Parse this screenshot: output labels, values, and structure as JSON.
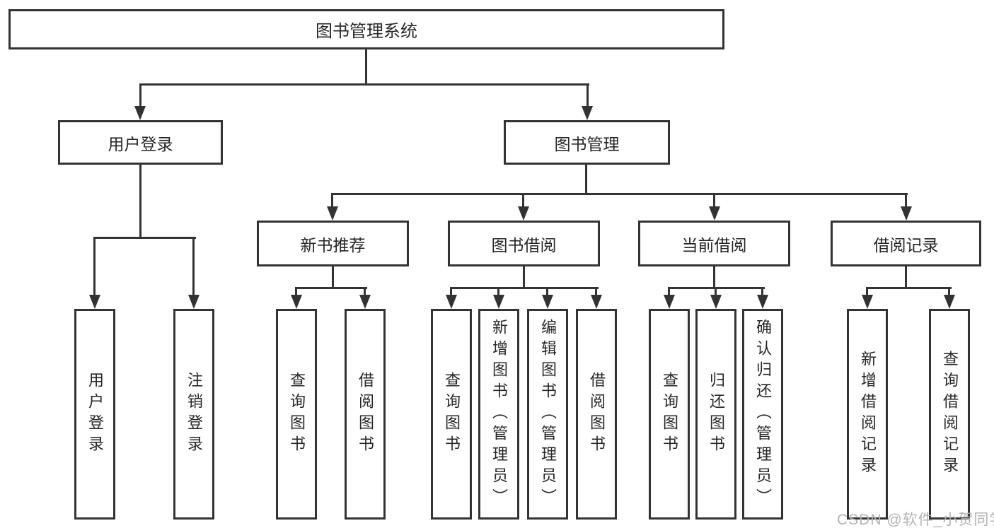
{
  "title": "图书管理系统",
  "level2": [
    {
      "label": "用户登录"
    },
    {
      "label": "图书管理"
    }
  ],
  "level3": [
    {
      "label": "新书推荐"
    },
    {
      "label": "图书借阅"
    },
    {
      "label": "当前借阅"
    },
    {
      "label": "借阅记录"
    }
  ],
  "groups": [
    {
      "parent": "用户登录",
      "items": [
        {
          "label": "用户登录"
        },
        {
          "label": "注销登录"
        }
      ]
    },
    {
      "parent": "新书推荐",
      "items": [
        {
          "label": "查询图书"
        },
        {
          "label": "借阅图书"
        }
      ]
    },
    {
      "parent": "图书借阅",
      "items": [
        {
          "label": "查询图书"
        },
        {
          "label": "新增图书（管理员）"
        },
        {
          "label": "编辑图书（管理员）"
        },
        {
          "label": "借阅图书"
        }
      ]
    },
    {
      "parent": "当前借阅",
      "items": [
        {
          "label": "查询图书"
        },
        {
          "label": "归还图书"
        },
        {
          "label": "确认归还（管理员）"
        }
      ]
    },
    {
      "parent": "借阅记录",
      "items": [
        {
          "label": "新增借阅记录"
        },
        {
          "label": "查询借阅记录"
        }
      ]
    }
  ],
  "watermark": "CSDN @软件_小贺同学",
  "colors": {
    "line": "#333333",
    "text": "#262626",
    "watermark": "#b3b3b3",
    "background": "#ffffff"
  }
}
